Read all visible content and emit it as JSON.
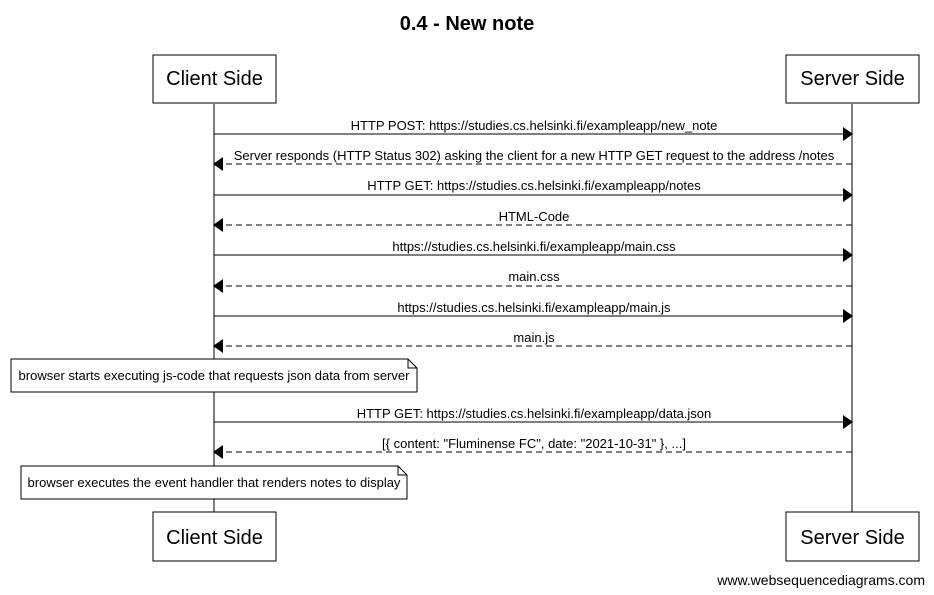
{
  "title": "0.4 - New note",
  "actors": {
    "client": "Client Side",
    "server": "Server Side"
  },
  "messages": [
    {
      "from": "client",
      "to": "server",
      "style": "solid",
      "label": "HTTP POST: https://studies.cs.helsinki.fi/exampleapp/new_note"
    },
    {
      "from": "server",
      "to": "client",
      "style": "dashed",
      "label": "Server responds (HTTP Status 302) asking the client for a new HTTP GET request to the address /notes"
    },
    {
      "from": "client",
      "to": "server",
      "style": "solid",
      "label": "HTTP GET: https://studies.cs.helsinki.fi/exampleapp/notes"
    },
    {
      "from": "server",
      "to": "client",
      "style": "dashed",
      "label": "HTML-Code"
    },
    {
      "from": "client",
      "to": "server",
      "style": "solid",
      "label": "https://studies.cs.helsinki.fi/exampleapp/main.css"
    },
    {
      "from": "server",
      "to": "client",
      "style": "dashed",
      "label": "main.css"
    },
    {
      "from": "client",
      "to": "server",
      "style": "solid",
      "label": "https://studies.cs.helsinki.fi/exampleapp/main.js"
    },
    {
      "from": "server",
      "to": "client",
      "style": "dashed",
      "label": "main.js"
    },
    {
      "from": "client",
      "to": "server",
      "style": "solid",
      "label": "HTTP GET: https://studies.cs.helsinki.fi/exampleapp/data.json"
    },
    {
      "from": "server",
      "to": "client",
      "style": "dashed",
      "label": "[{ content: \"Fluminense FC\", date: \"2021-10-31\" }, ...]"
    }
  ],
  "notes": [
    {
      "over": "client",
      "text": "browser starts executing js-code that requests json data from server"
    },
    {
      "over": "client",
      "text": "browser executes the event handler that renders notes to display"
    }
  ],
  "footer": "www.websequencediagrams.com"
}
